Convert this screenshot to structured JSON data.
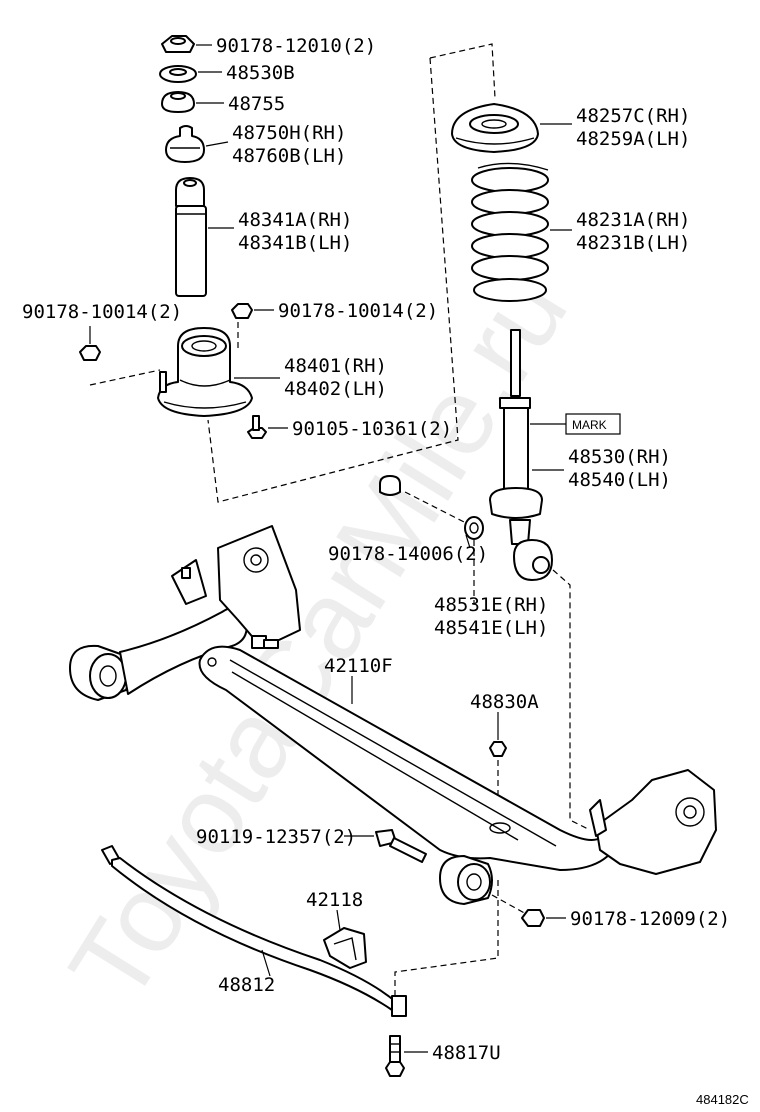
{
  "labels": {
    "p1": "90178-12010(2)",
    "p2": "48530B",
    "p3": "48755",
    "p4a": "48750H(RH)",
    "p4b": "48760B(LH)",
    "p5a": "48341A(RH)",
    "p5b": "48341B(LH)",
    "p6": "90178-10014(2)",
    "p7": "90178-10014(2)",
    "p8a": "48401(RH)",
    "p8b": "48402(LH)",
    "p9": "90105-10361(2)",
    "p10a": "48257C(RH)",
    "p10b": "48259A(LH)",
    "p11a": "48231A(RH)",
    "p11b": "48231B(LH)",
    "mark": "MARK",
    "p12a": "48530(RH)",
    "p12b": "48540(LH)",
    "p13": "90178-14006(2)",
    "p14a": "48531E(RH)",
    "p14b": "48541E(LH)",
    "p15": "42110F",
    "p16": "48830A",
    "p17": "90119-12357(2)",
    "p18": "42118",
    "p19": "90178-12009(2)",
    "p20": "48812",
    "p21": "48817U",
    "figure_id": "484182C"
  },
  "watermark": "ToyotaCarMile.ru"
}
